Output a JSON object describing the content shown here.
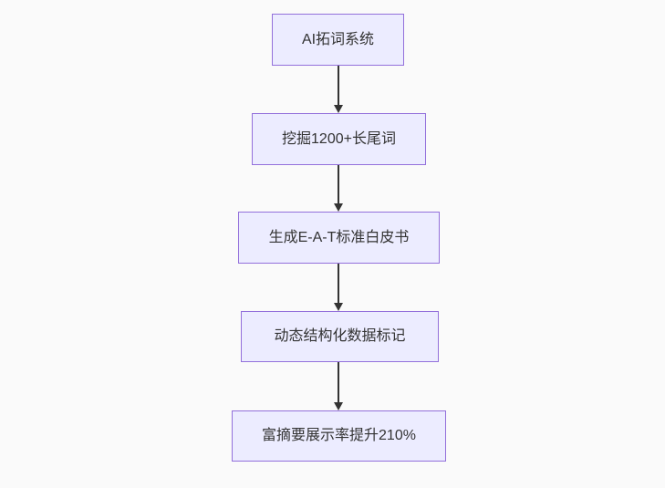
{
  "diagram": {
    "type": "flowchart",
    "direction": "top-down",
    "nodes": [
      {
        "id": "A",
        "label": "AI拓词系统"
      },
      {
        "id": "B",
        "label": "挖掘1200+长尾词"
      },
      {
        "id": "C",
        "label": "生成E-A-T标准白皮书"
      },
      {
        "id": "D",
        "label": "动态结构化数据标记"
      },
      {
        "id": "E",
        "label": "富摘要展示率提升210%"
      }
    ],
    "edges": [
      {
        "from": "A",
        "to": "B"
      },
      {
        "from": "B",
        "to": "C"
      },
      {
        "from": "C",
        "to": "D"
      },
      {
        "from": "D",
        "to": "E"
      }
    ]
  },
  "colors": {
    "background": "#fafafa",
    "node_fill": "#ececff",
    "node_border": "#9370db",
    "node_text": "#333333",
    "arrow": "#333333"
  }
}
